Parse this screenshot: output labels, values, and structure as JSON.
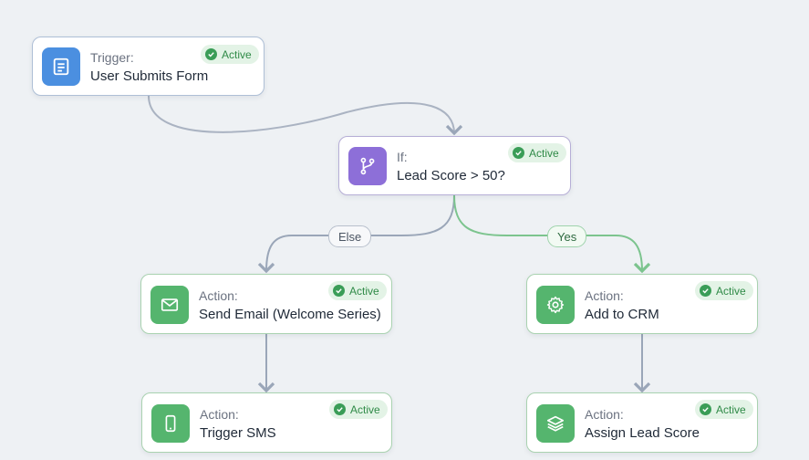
{
  "nodes": {
    "trigger": {
      "kind": "Trigger:",
      "title": "User Submits Form",
      "status": "Active",
      "icon": "form-icon"
    },
    "condition": {
      "kind": "If:",
      "title": "Lead Score > 50?",
      "status": "Active",
      "icon": "branch-icon"
    },
    "send_email": {
      "kind": "Action:",
      "title": "Send Email (Welcome Series)",
      "status": "Active",
      "icon": "mail-icon"
    },
    "add_crm": {
      "kind": "Action:",
      "title": "Add to CRM",
      "status": "Active",
      "icon": "gear-icon"
    },
    "trigger_sms": {
      "kind": "Action:",
      "title": "Trigger SMS",
      "status": "Active",
      "icon": "phone-icon"
    },
    "assign_score": {
      "kind": "Action:",
      "title": "Assign Lead Score",
      "status": "Active",
      "icon": "layers-icon"
    }
  },
  "edges": {
    "else_label": "Else",
    "yes_label": "Yes"
  },
  "colors": {
    "trigger_accent": "#4b8fe0",
    "condition_accent": "#8d6fd8",
    "action_accent": "#55b56e",
    "active_badge": "#3a9d57",
    "else_line": "#9aa6b8",
    "yes_line": "#7cc48e"
  }
}
